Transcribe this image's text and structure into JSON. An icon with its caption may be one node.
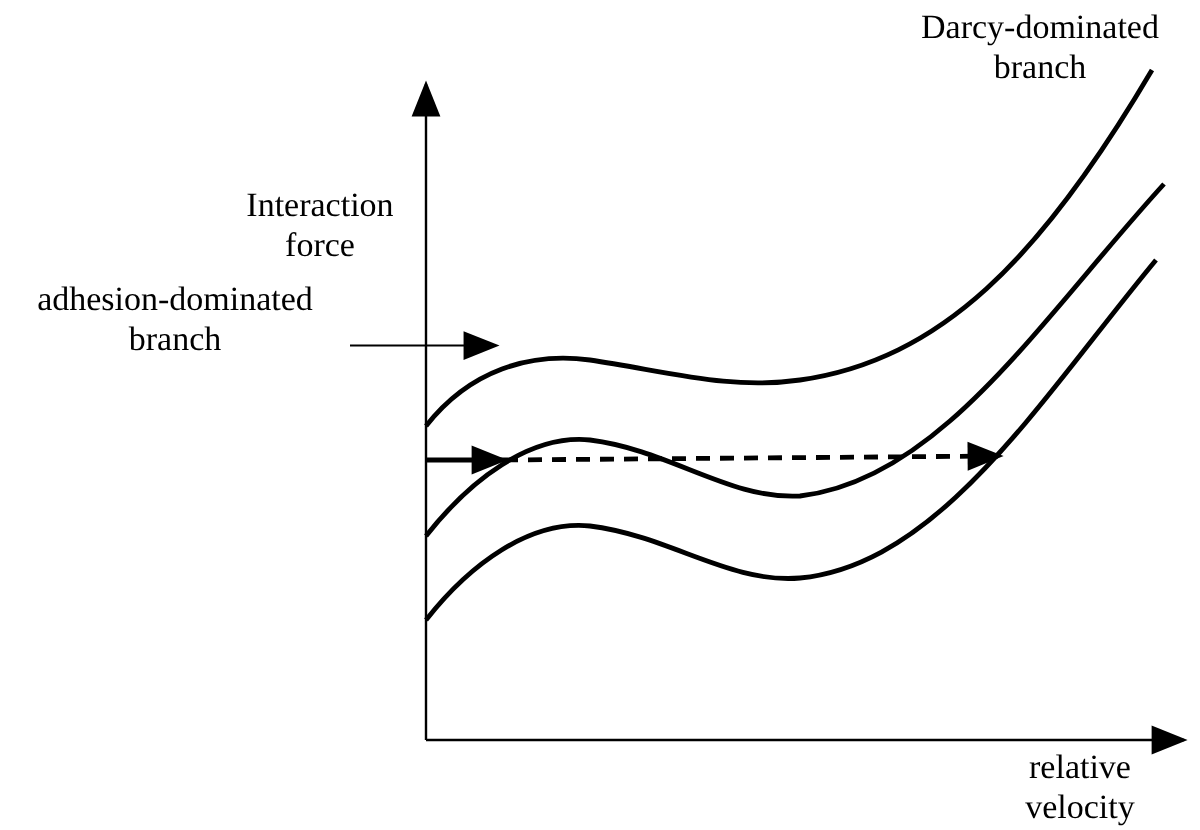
{
  "diagram": {
    "nodes": [
      {
        "text": [
          "adhesion-dominated branch"
        ]
      },
      {
        "text": [],
        "shape": "curve"
      }
    ],
    "edges": [
      {
        "from": 0,
        "to": 1,
        "arrow": "to"
      }
    ],
    "labels": [
      "Interaction force",
      "Darcy-dominated branch",
      "relative velocity"
    ]
  }
}
